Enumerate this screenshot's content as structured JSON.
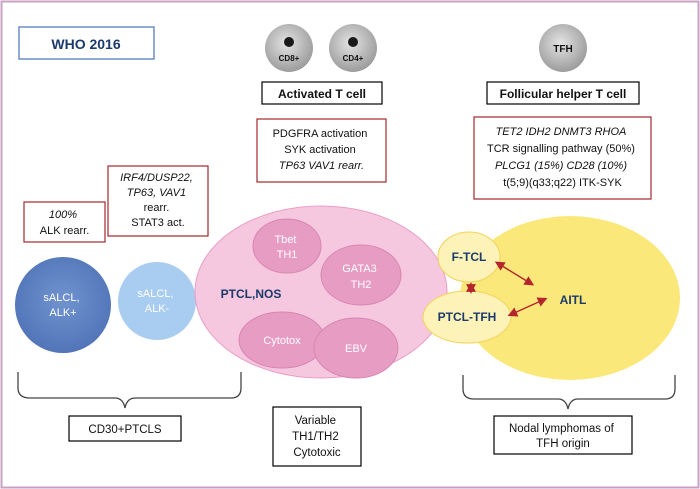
{
  "header": {
    "title": "WHO 2016"
  },
  "cells": {
    "cd8": "CD8+",
    "cd4": "CD4+",
    "tfh": "TFH",
    "activated_label": "Activated T cell",
    "follicular_label": "Follicular helper T cell"
  },
  "annotations": {
    "alk_box": {
      "lines": [
        "100%",
        "ALK rearr."
      ]
    },
    "irf4_box": {
      "lines": [
        "IRF4/DUSP22,",
        "TP63, VAV1",
        "rearr.",
        "STAT3 act."
      ]
    },
    "ptcl_box": {
      "lines": [
        "PDGFRA activation",
        "SYK activation",
        "TP63 VAV1 rearr."
      ]
    },
    "tfh_box": {
      "lines": [
        "TET2 IDH2 DNMT3 RHOA",
        "TCR signalling pathway (50%)",
        "PLCG1 (15%) CD28 (10%)",
        "t(5;9)(q33;q22) ITK-SYK"
      ]
    }
  },
  "entities": {
    "salcl_pos": [
      "sALCL,",
      "ALK+"
    ],
    "salcl_neg": [
      "sALCL,",
      "ALK-"
    ],
    "ptcl_nos": "PTCL,NOS",
    "tbet": [
      "Tbet",
      "TH1"
    ],
    "gata3": [
      "GATA3",
      "TH2"
    ],
    "cytotox": "Cytotox",
    "ebv": "EBV",
    "ftcl": "F-TCL",
    "ptcl_tfh": "PTCL-TFH",
    "aitl": "AITL"
  },
  "groups": {
    "cd30": "CD30+PTCLS",
    "variable": [
      "Variable",
      "TH1/TH2",
      "Cytotoxic"
    ],
    "nodal": [
      "Nodal lymphomas of",
      "TFH origin"
    ]
  },
  "colors": {
    "frame": "#c8a2c4",
    "red_border": "#a0282d",
    "navy": "#1b3a6b",
    "dark_blue_circle": "#5b7fc1",
    "light_blue_circle": "#a9cdf0",
    "pink_ellipse": "#f6c8df",
    "pink_inner": "#e79cc4",
    "yellow": "#fbe87a",
    "pale_yellow": "#fdf2b8",
    "arrow": "#b3262d"
  }
}
